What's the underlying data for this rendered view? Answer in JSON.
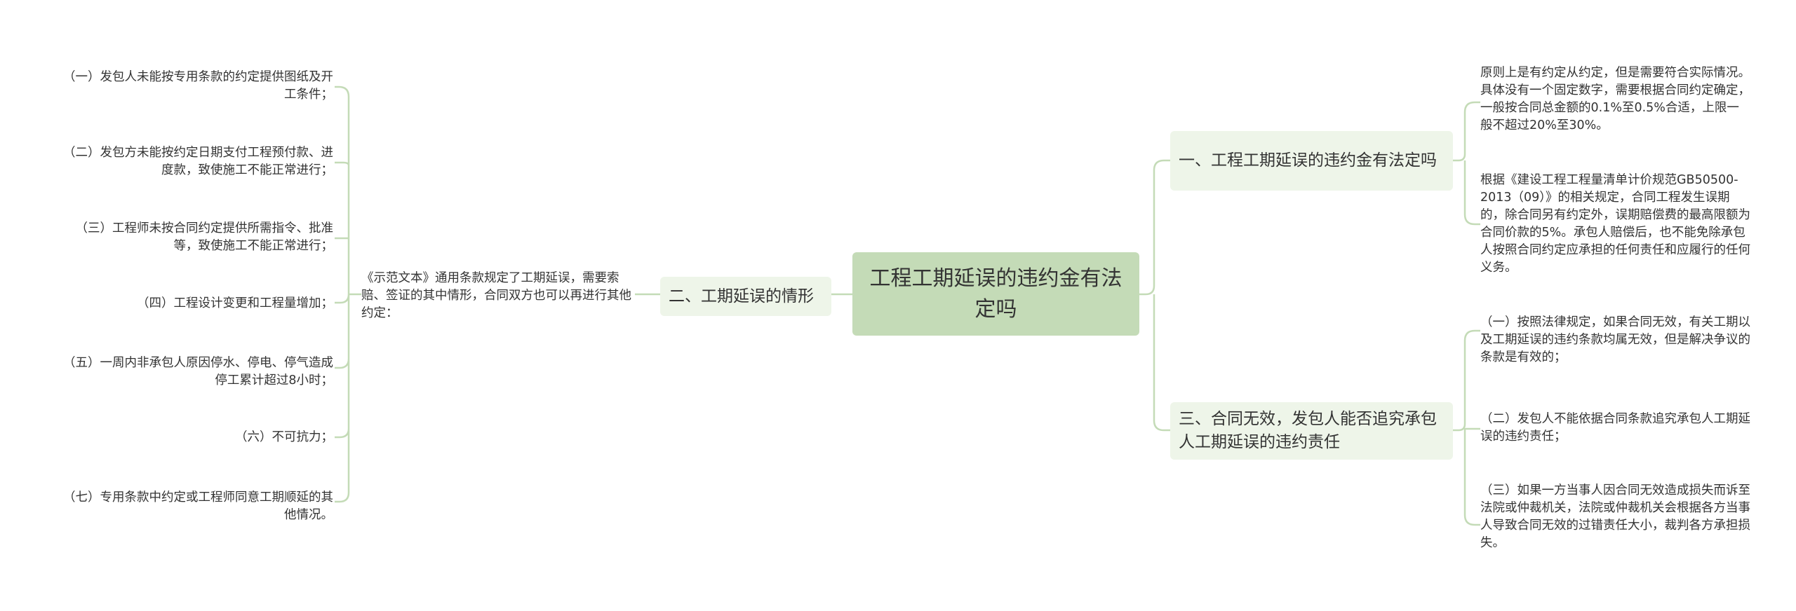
{
  "colors": {
    "root_fill": "#c4dbb7",
    "branch_fill": "#eef5e9",
    "connector": "#c4dbb7"
  },
  "root": {
    "text": "工程工期延误的违约金有法定吗"
  },
  "branches": {
    "b1": {
      "text": "一、工程工期延误的违约金有法定吗"
    },
    "b2": {
      "text": "二、工期延误的情形"
    },
    "b3": {
      "text": "三、合同无效，发包人能否追究承包人工期延误的违约责任"
    }
  },
  "b1_leaves": [
    "原则上是有约定从约定，但是需要符合实际情况。具体没有一个固定数字，需要根据合同约定确定，一般按合同总金额的0.1%至0.5%合适，上限一般不超过20%至30%。",
    "根据《建设工程工程量清单计价规范GB50500-2013（09）》的相关规定，合同工程发生误期的，除合同另有约定外，误期赔偿费的最高限额为合同价款的5%。承包人赔偿后，也不能免除承包人按照合同约定应承担的任何责任和应履行的任何义务。"
  ],
  "b3_leaves": [
    "（一）按照法律规定，如果合同无效，有关工期以及工期延误的违约条款均属无效，但是解决争议的条款是有效的；",
    "（二）发包人不能依据合同条款追究承包人工期延误的违约责任；",
    "（三）如果一方当事人因合同无效造成损失而诉至法院或仲裁机关，法院或仲裁机关会根据各方当事人导致合同无效的过错责任大小，裁判各方承担损失。"
  ],
  "b2_mid": "《示范文本》通用条款规定了工期延误，需要索赔、签证的其中情形，合同双方也可以再进行其他约定：",
  "b2_leaves": [
    "（一）发包人未能按专用条款的约定提供图纸及开工条件；",
    "（二）发包方未能按约定日期支付工程预付款、进度款，致使施工不能正常进行；",
    "（三）工程师未按合同约定提供所需指令、批准等，致使施工不能正常进行；",
    "（四）工程设计变更和工程量增加；",
    "（五）一周内非承包人原因停水、停电、停气造成停工累计超过8小时；",
    "（六）不可抗力；",
    "（七）专用条款中约定或工程师同意工期顺延的其他情况。"
  ]
}
